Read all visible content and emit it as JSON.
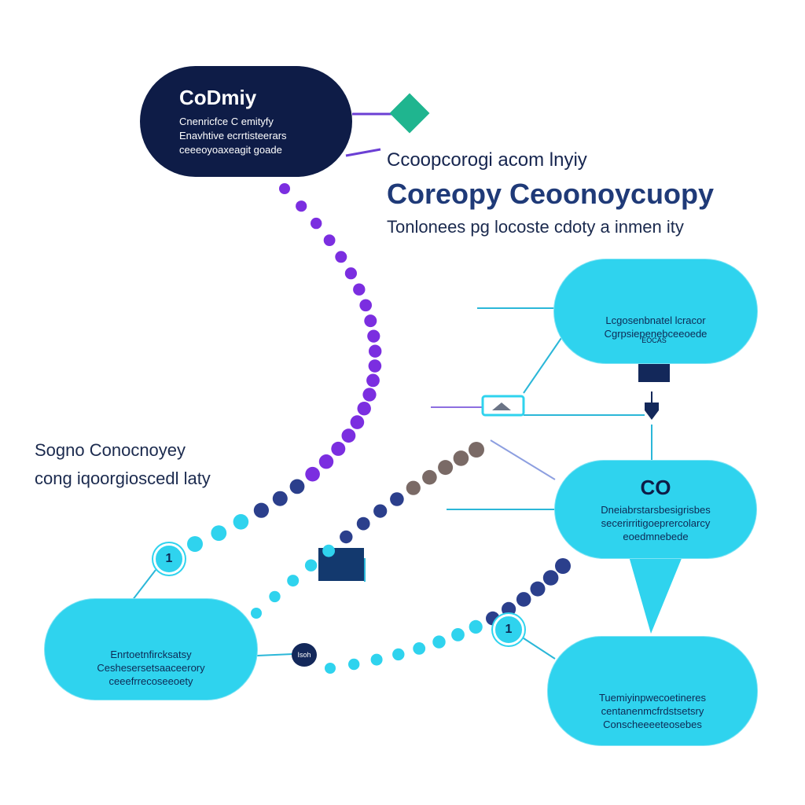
{
  "header": {
    "subtitle": "Ccoopcorogi acom lnyiy",
    "title": "Coreopy Ceoonoycuopy",
    "tagline": "Tonlonees pg locoste cdoty a inmen ity"
  },
  "side_labels": {
    "line1": "Sogno Conocnoyey",
    "line2": "cong iqoorgioscedl laty"
  },
  "nodes": {
    "main": {
      "title": "CoDmiy",
      "lines": [
        "Cnenricfce C emityfy",
        "Enavhtive ecrrtisteerars",
        "ceeeoyoaxeagit goade"
      ]
    },
    "top_right": {
      "lines": [
        "Lcgosenbnatel lcracor",
        "Cgrpsiepenebceeoede"
      ],
      "tag": "EOCAS"
    },
    "mid_right": {
      "icon_label": "CO",
      "lines": [
        "Dneiabrstarsbesigrisbes",
        "secerirritigoeprercolarcy",
        "eoedmnebede"
      ]
    },
    "left": {
      "lines": [
        "Enrtoetnfircksatsy",
        "Ceshesersetsaaceerory",
        "ceeefrrecoseeoety"
      ]
    },
    "bottom_right": {
      "lines": [
        "Tuemiyinpwecoetineres",
        "centanenmcfrdstsetsry",
        "Conscheeeeteosebes"
      ]
    }
  },
  "badges": {
    "left": "1",
    "right": "1",
    "hub": "Isoh"
  },
  "colors": {
    "dark_navy": "#0e1c47",
    "cyan": "#2fd3ee",
    "purple": "#7b2ee0",
    "teal_diamond": "#1fb58f"
  }
}
